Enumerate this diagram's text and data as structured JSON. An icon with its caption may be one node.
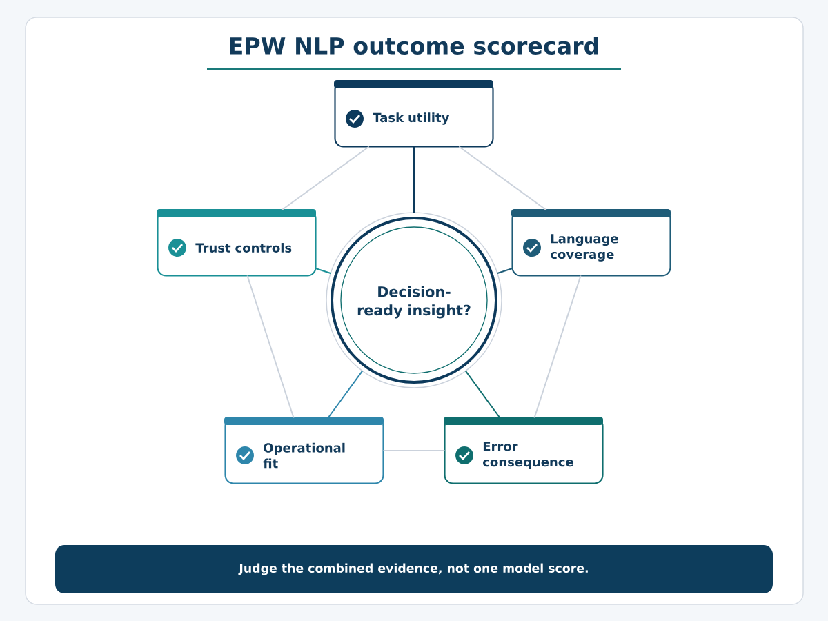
{
  "diagram": {
    "title": "EPW NLP outcome scorecard",
    "nodes": [
      {
        "text": [
          "Task utility"
        ]
      },
      {
        "text": [
          "Trust controls"
        ]
      },
      {
        "text": [
          "Decision-ready insight?"
        ]
      },
      {
        "text": [
          "Language coverage"
        ]
      },
      {
        "text": [
          "Operational fit"
        ]
      },
      {
        "text": [
          "Error consequence"
        ]
      },
      {
        "text": [
          "Judge the combined evidence, not one model score."
        ]
      }
    ],
    "edges": [
      {
        "from": 2,
        "to": 0,
        "arrow": "none",
        "color": "#0d3a5c"
      },
      {
        "from": 2,
        "to": 1,
        "arrow": "none",
        "color": "#1a9096"
      },
      {
        "from": 2,
        "to": 3,
        "arrow": "none",
        "color": "#1f5c78"
      },
      {
        "from": 2,
        "to": 4,
        "arrow": "none",
        "color": "#2e86ab"
      },
      {
        "from": 2,
        "to": 5,
        "arrow": "none",
        "color": "#0f6e6e"
      },
      {
        "from": 0,
        "to": 1,
        "arrow": "none",
        "color": "#cbd2dc"
      },
      {
        "from": 0,
        "to": 3,
        "arrow": "none",
        "color": "#cbd2dc"
      },
      {
        "from": 3,
        "to": 5,
        "arrow": "none",
        "color": "#cbd2dc"
      },
      {
        "from": 5,
        "to": 4,
        "arrow": "none",
        "color": "#cbd2dc"
      },
      {
        "from": 4,
        "to": 1,
        "arrow": "none",
        "color": "#cbd2dc"
      }
    ]
  }
}
